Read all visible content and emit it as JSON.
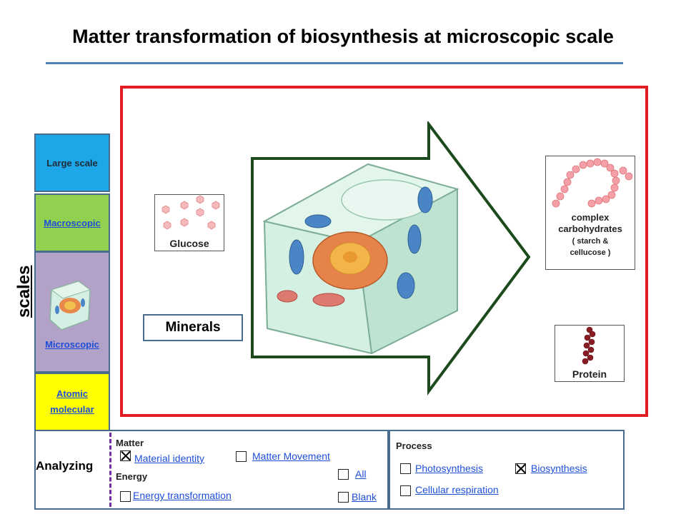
{
  "title": "Matter transformation of biosynthesis at microscopic scale",
  "scales_label": "scales",
  "scales": {
    "large": "Large scale",
    "macroscopic": "Macroscopic",
    "microscopic": "Microscopic",
    "atomic": "Atomic molecular"
  },
  "images": {
    "glucose": "Glucose",
    "carbs_line1": "complex",
    "carbs_line2": "carbohydrates",
    "carbs_line3": "( starch &",
    "carbs_line4": "cellucose )",
    "protein": "Protein"
  },
  "minerals": "Minerals",
  "analyzing": {
    "label": "Analyzing",
    "matter_label": "Matter",
    "energy_label": "Energy",
    "options": {
      "material_identity": "Material identity",
      "matter_movement": "Matter Movement",
      "all": "All",
      "energy_transformation": "Energy transformation",
      "blank": "Blank"
    },
    "checked": [
      "material_identity"
    ]
  },
  "process": {
    "label": "Process",
    "options": {
      "photosynthesis": "Photosynthesis",
      "biosynthesis": "Biosynthesis",
      "cellular_respiration": "Cellular respiration"
    },
    "checked": [
      "biosynthesis"
    ]
  },
  "colors": {
    "frame": "#e31b23",
    "arrow": "#1c4a1c",
    "large": "#1ea7e8",
    "macro": "#92d050",
    "micro": "#b3a2c7",
    "atomic": "#ffff00"
  }
}
